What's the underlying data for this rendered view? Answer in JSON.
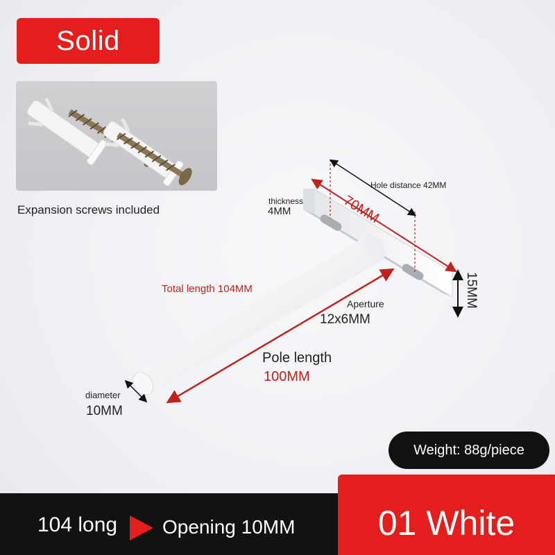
{
  "badge": {
    "label": "Solid"
  },
  "accessory": {
    "caption": "Expansion screws included",
    "image_icon": "screws-anchors-image"
  },
  "dimensions": {
    "thickness_label": "thickness",
    "thickness_value": "4MM",
    "hole_distance": "Hole distance 42MM",
    "plate_length": "70MM",
    "plate_height": "15MM",
    "total_length": "Total length 104MM",
    "aperture_label": "Aperture",
    "aperture_value": "12x6MM",
    "pole_length_label": "Pole length",
    "pole_length_value": "100MM",
    "diameter_label": "diameter",
    "diameter_value": "10MM"
  },
  "weight": "Weight: 88g/piece",
  "bottom": {
    "length": "104 long",
    "opening": "Opening 10MM",
    "variant": "01 White"
  },
  "colors": {
    "accent_red": "#e41d1d",
    "dimension_red": "#c0221f",
    "dark": "#121212"
  }
}
